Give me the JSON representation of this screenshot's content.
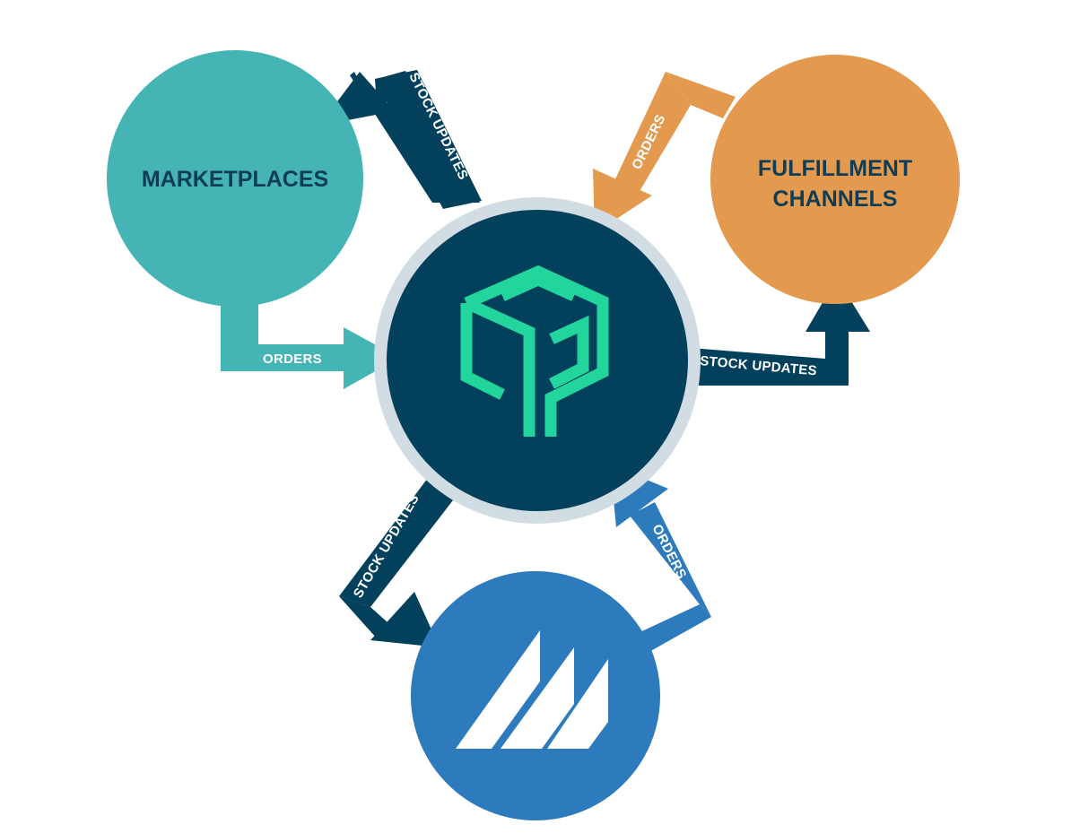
{
  "colors": {
    "marketplaces": "#45b4b5",
    "fulfillment": "#e39a4f",
    "hub": "#02405c",
    "hub_ring": "#d2dde3",
    "bottom": "#2d7abd",
    "stock_arrow": "#02405c",
    "logo_green": "#22d59d"
  },
  "nodes": {
    "marketplaces": {
      "label": "MARKETPLACES"
    },
    "fulfillment": {
      "label_line1": "FULFILLMENT",
      "label_line2": "CHANNELS"
    },
    "hub": {
      "logo_icon": "box-logo-icon"
    },
    "bottom": {
      "logo_icon": "sail-logo-icon"
    }
  },
  "arrows": {
    "hub_to_marketplaces": "STOCK UPDATES",
    "marketplaces_to_hub": "ORDERS",
    "fulfillment_to_hub": "ORDERS",
    "hub_to_fulfillment": "STOCK UPDATES",
    "hub_to_bottom": "STOCK UPDATES",
    "bottom_to_hub": "ORDERS"
  }
}
